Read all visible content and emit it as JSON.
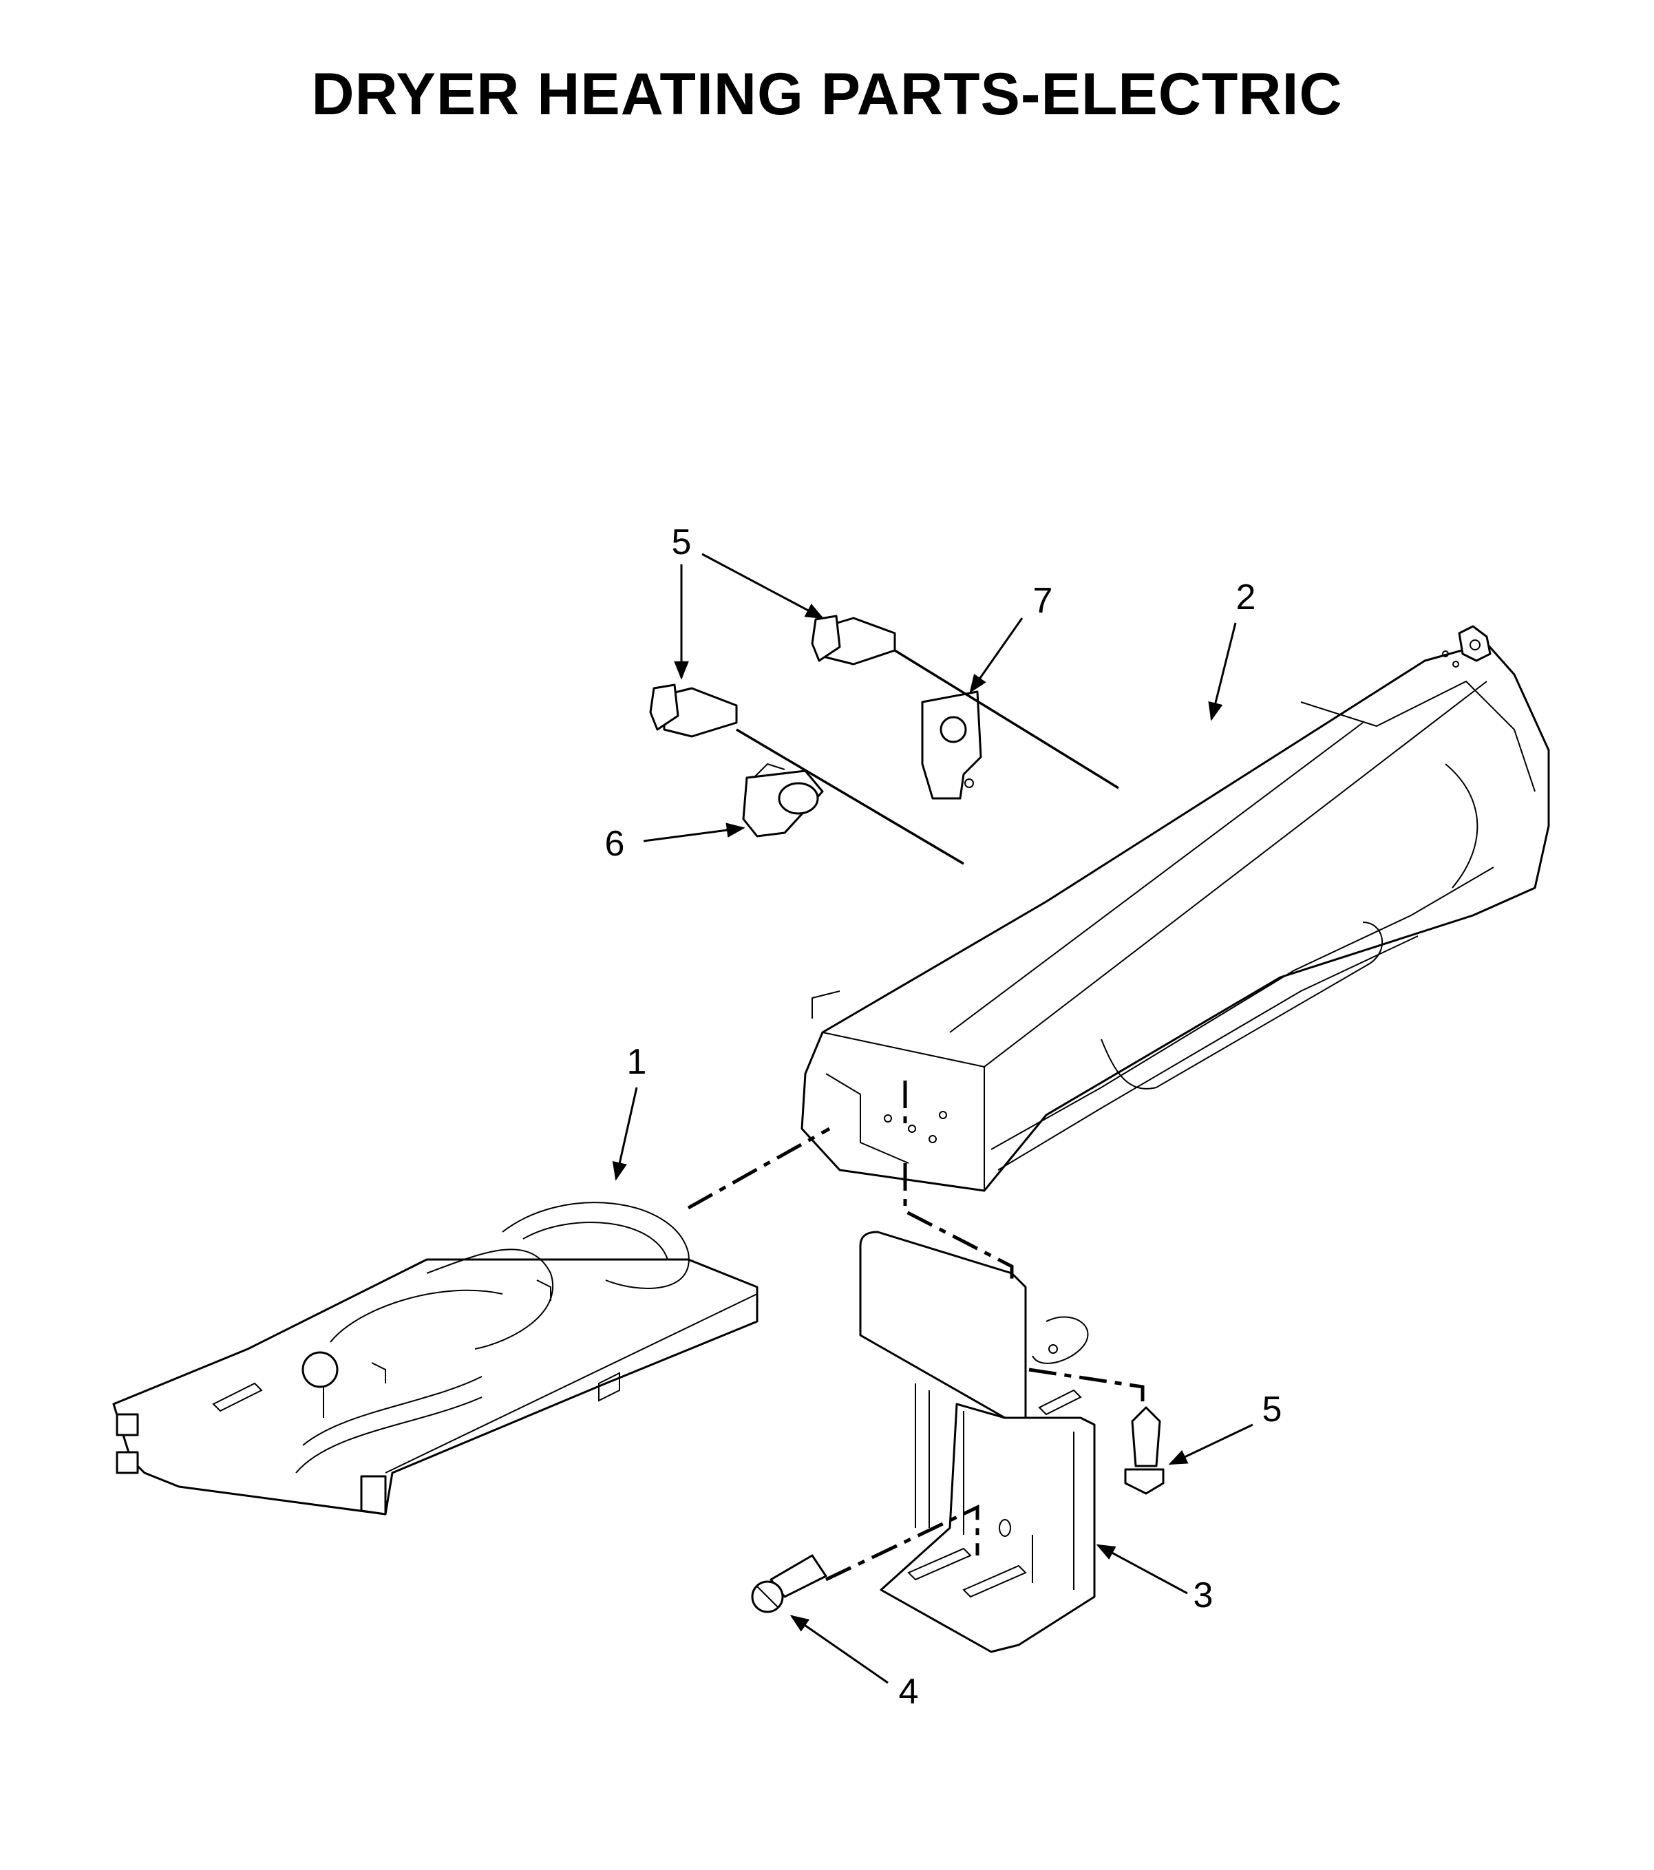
{
  "title": "DRYER HEATING PARTS-ELECTRIC",
  "callouts": [
    {
      "id": "callout-1",
      "label": "1"
    },
    {
      "id": "callout-2",
      "label": "2"
    },
    {
      "id": "callout-3",
      "label": "3"
    },
    {
      "id": "callout-4",
      "label": "4"
    },
    {
      "id": "callout-5a",
      "label": "5"
    },
    {
      "id": "callout-5b",
      "label": "5"
    },
    {
      "id": "callout-6",
      "label": "6"
    },
    {
      "id": "callout-7",
      "label": "7"
    }
  ]
}
